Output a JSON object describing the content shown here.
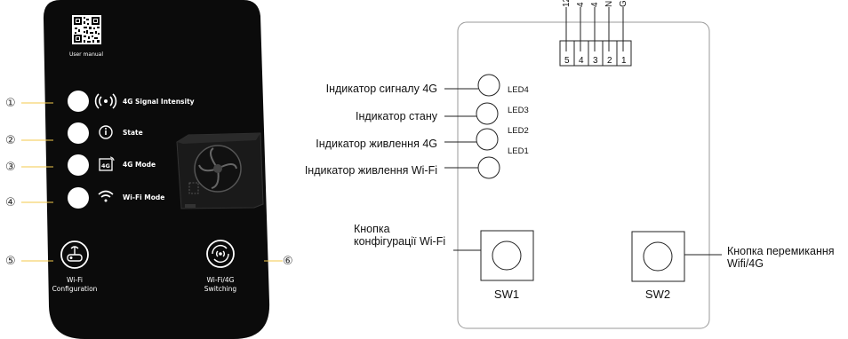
{
  "left_panel": {
    "qr_caption": "User manual",
    "markers": [
      "①",
      "②",
      "③",
      "④",
      "⑤",
      "⑥"
    ],
    "rows": [
      {
        "label": "4G Signal Intensity",
        "icon": "signal-icon"
      },
      {
        "label": "State",
        "icon": "info-icon"
      },
      {
        "label": "4G Mode",
        "icon": "4g-icon"
      },
      {
        "label": "Wi-Fi Mode",
        "icon": "wifi-icon"
      }
    ],
    "buttons": [
      {
        "line1": "Wi-Fi",
        "line2": "Configuration",
        "icon": "router-icon"
      },
      {
        "line1": "Wi-Fi/4G",
        "line2": "Switching",
        "icon": "switch-icon"
      }
    ],
    "colors": {
      "panel": "#0b0b0b",
      "leader": "#f3c84b",
      "led": "#ffffff"
    }
  },
  "right_diagram": {
    "terminal_labels": [
      "12",
      "4",
      "4",
      "N",
      "G"
    ],
    "terminal_numbers": [
      "5",
      "4",
      "3",
      "2",
      "1"
    ],
    "indicators": [
      {
        "label": "Індикатор  сигналу 4G",
        "led": "LED4"
      },
      {
        "label": "Індикатор стану",
        "led": "LED3"
      },
      {
        "label": "Індикатор живлення  4G",
        "led": "LED2"
      },
      {
        "label": "Індикатор живлення Wi-Fi",
        "led": "LED1"
      }
    ],
    "sw1": {
      "caption_line1": "Кнопка",
      "caption_line2": "конфігурації  Wi-Fi",
      "name": "SW1"
    },
    "sw2": {
      "caption_line1": "Кнопка перемикання",
      "caption_line2": "Wifi/4G",
      "name": "SW2"
    }
  }
}
